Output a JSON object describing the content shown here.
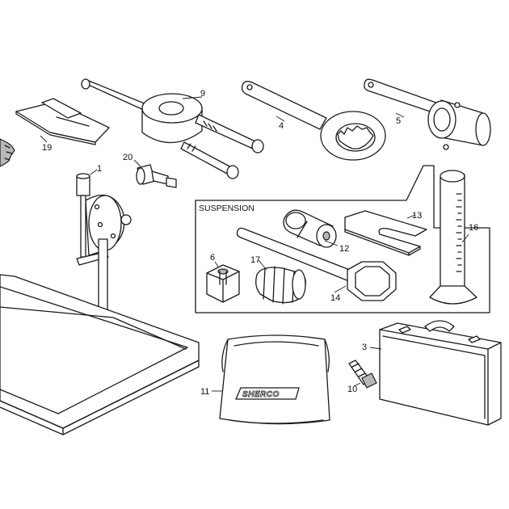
{
  "diagram": {
    "section_label": "SUSPENSION",
    "brand_text": "SHERCO",
    "callouts": {
      "c1": "1",
      "c3": "3",
      "c4": "4",
      "c5": "5",
      "c6": "6",
      "c9": "9",
      "c10": "10",
      "c11": "11",
      "c12": "12",
      "c13": "13",
      "c14": "14",
      "c16": "16",
      "c17": "17",
      "c19": "19",
      "c20": "20"
    }
  }
}
